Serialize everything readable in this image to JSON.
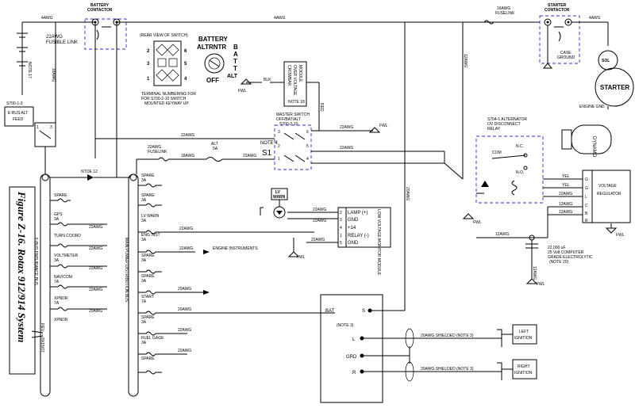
{
  "figure": {
    "caption": "Figure Z-16. Rotax 912/914 System",
    "rev": "REV. -- 09/15/07"
  },
  "battery_side": {
    "wire_main": "4AWG",
    "battery_contactor": "BATTERY\nCONTACTOR",
    "fusible_link": "22AWG\nFUSIBLE LINK",
    "note17": "NOTE 17",
    "wire_18": "18AWG",
    "switch_ref": "S700-1-3",
    "ebus_feed": "E-BUS ALT\nFEED"
  },
  "switch_panel": {
    "rear_view": "(REAR VIEW OF SWITCH)",
    "pins": [
      "2",
      "3",
      "5",
      "6",
      "1",
      "4"
    ],
    "terminal_note": "TERMINAL NUMBERING FOR\nFOR S700-2-10 SWITCH\nMOUNTED KEYWAY UP",
    "battery": "BATTERY",
    "altrntr": "ALTRNTR",
    "off": "OFF",
    "batt": "B\nA\nT\nT",
    "alt": "ALT",
    "fwl": "FWL",
    "blk": "BLK",
    "ovm": "CROWBAR\nOVER VOLTAGE\nMODULE",
    "note18": "NOTE 18",
    "red": "RED",
    "master_switch": "MASTER SWITCH\nOFF/BAT/ALT\nS700-2-10",
    "note4": "NOTE 4",
    "s1": "S1",
    "pin_numbers": [
      "3",
      "2",
      "1",
      "6",
      "5",
      "4"
    ],
    "w22a": "22AWG",
    "w22b": "22AWG",
    "w22c": "22AWG",
    "w22d": "22AWG",
    "w22e": "22AWG",
    "fwl2": "FWL"
  },
  "starter_side": {
    "fuselink16": "16AWG\nFUSELINK",
    "starter_contactor": "STARTER\nCONTACTOR",
    "w4": "4AWG",
    "w12": "12AWG",
    "case_ground": "CASE\nGROUND",
    "sol": "SOL",
    "starter": "STARTER",
    "engine_gnd": "ENGINE GND",
    "dynamo": "DYNAMO",
    "s704": "S704-1 ALTERNATOR\nOV DISCONNECT\nRELAY",
    "com": "COM",
    "nc": "N.C.",
    "no": "N.O.",
    "yel1": "YEL",
    "yel2": "YEL",
    "w22": "22AWG",
    "w12a": "12AWG",
    "w12b": "12AWG",
    "w12c": "12AWG",
    "vr": "VOLTAGE\nREGULATOR",
    "vr_pins": [
      "G",
      "G",
      "L",
      "C",
      "B",
      "R"
    ],
    "fwl": "FWL",
    "cap": "22,000 uF\n25 Volt COMPUTER\nGRADE ELECTROLYTIC\n(NOTE 20)",
    "w12d": "12AWG",
    "fwl2": "FWL",
    "w20": "20AWG",
    "engine_gnd2": "FWL"
  },
  "lv": {
    "lv_warn": "LV\nWARN",
    "fwl": "FWL",
    "module": "LOW VOLTAGE\nMONITOR MODULE",
    "pins": [
      "LAMP (+)",
      "GND",
      "+14",
      "RELAY (-)",
      "GND"
    ],
    "pin_nums": [
      "2",
      "3",
      "4",
      "1",
      "5"
    ],
    "w1": "22AWG",
    "w2": "22AWG",
    "w3": "22AWG"
  },
  "ebus": {
    "label": "E-BUS ENDURANCE BUS",
    "note12": "NTOE 12",
    "items": [
      {
        "name": "SPARE",
        "awg": ""
      },
      {
        "name": "GPS\n3A",
        "awg": "22AWG"
      },
      {
        "name": "TURN COORD",
        "awg": "22AWG"
      },
      {
        "name": "VOLTMETER\n3A",
        "awg": "22AWG"
      },
      {
        "name": "NAV/COM\n7A",
        "awg": "22AWG"
      },
      {
        "name": "XPNDR\n7A",
        "awg": "20AWG"
      },
      {
        "name": "XPNDR",
        "awg": ""
      }
    ]
  },
  "mainbus": {
    "label": "MAIN POWER DISTRIBUTION BUS",
    "fuselink": "22AWG\nFUSELINK",
    "w18": "18AWG",
    "alt5a": "ALT\n5A",
    "w22": "22AWG",
    "items": [
      {
        "name": "SPARE\n3A",
        "awg": ""
      },
      {
        "name": "SPARE\n3A",
        "awg": ""
      },
      {
        "name": "LV WARN\n3A",
        "awg": "22AWG"
      },
      {
        "name": "ENG INST\n3A",
        "awg": "22AWG"
      },
      {
        "name": "SPARE\n3A",
        "awg": ""
      },
      {
        "name": "SPARE\n3A",
        "awg": "20AWG"
      },
      {
        "name": "START\n7A",
        "awg": "20AWG"
      },
      {
        "name": "SPARE\n3A",
        "awg": "22AWG"
      },
      {
        "name": "FUEL GAGE\n3A",
        "awg": "22AWG"
      },
      {
        "name": "SPARE",
        "awg": ""
      }
    ],
    "engine_instruments": "ENGINE INSTRUMENTS"
  },
  "ignition": {
    "bat": "BAT",
    "s": "S",
    "note3": "(NOTE 3)",
    "l": "L",
    "grd": "GRD",
    "r": "R",
    "shield_l": "20AWG SHIELDED (NOTE 3)",
    "shield_r": "20AWG SHIELDED (NOTE 3)",
    "left": "LEFT\nIGNITION",
    "right": "RIGHT\nIGNITION"
  }
}
